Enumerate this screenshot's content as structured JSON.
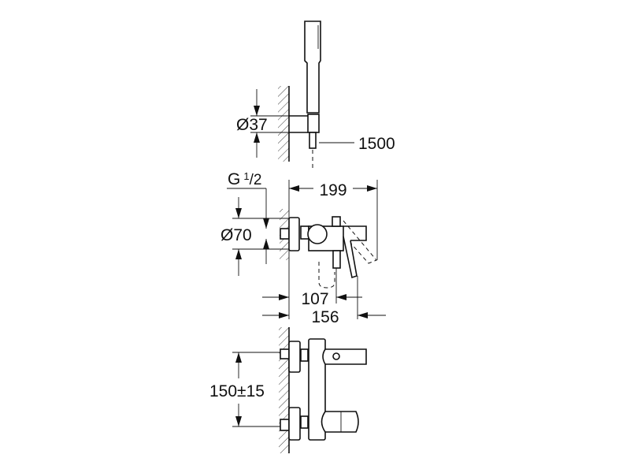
{
  "title": "Single-lever bath mixer dimension drawing",
  "dimensions": {
    "holder_diameter": "Ø37",
    "hose_length": "1500",
    "thread_g": "G",
    "thread_num": "1",
    "thread_den": "/2",
    "flange_diameter": "Ø70",
    "overall_depth": "199",
    "spout_depth": "107",
    "handle_depth": "156",
    "centre_distance": "150±15"
  },
  "colors": {
    "line": "#111111",
    "background": "#ffffff"
  }
}
